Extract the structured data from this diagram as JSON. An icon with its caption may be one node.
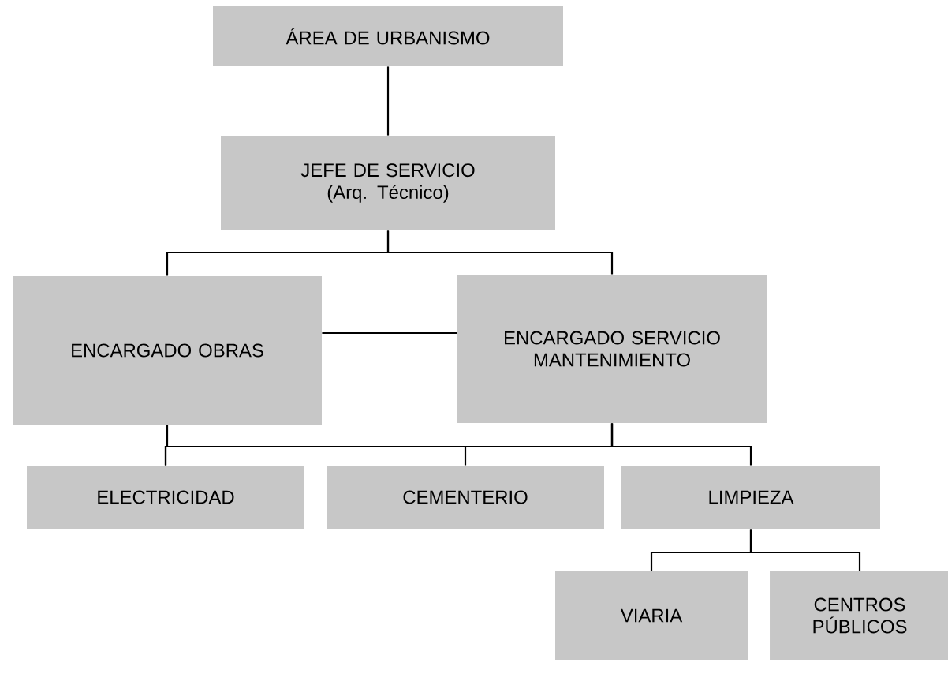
{
  "diagram": {
    "nodes": [
      {
        "text": [
          "ÁREA DE URBANISMO"
        ]
      },
      {
        "text": [
          "JEFE DE SERVICIO (Arq. Técnico)"
        ]
      },
      {
        "text": [
          "ENCARGADO OBRAS"
        ]
      },
      {
        "text": [
          "ENCARGADO SERVICIO MANTENIMIENTO"
        ]
      },
      {
        "text": [
          "ELECTRICIDAD"
        ]
      },
      {
        "text": [
          "CEMENTERIO"
        ]
      },
      {
        "text": [
          "LIMPIEZA"
        ]
      },
      {
        "text": [
          "VIARIA"
        ]
      },
      {
        "text": [
          "CENTROS PÚBLICOS"
        ]
      }
    ],
    "edges": [
      {
        "from": 0,
        "to": 1,
        "arrow": "none"
      },
      {
        "from": 1,
        "to": 2,
        "arrow": "none"
      },
      {
        "from": 1,
        "to": 3,
        "arrow": "none"
      },
      {
        "from": 2,
        "to": 3,
        "arrow": "none"
      },
      {
        "from": 2,
        "to": 4,
        "arrow": "none"
      },
      {
        "from": 3,
        "to": 4,
        "arrow": "none"
      },
      {
        "from": 3,
        "to": 5,
        "arrow": "none"
      },
      {
        "from": 3,
        "to": 6,
        "arrow": "none"
      },
      {
        "from": 6,
        "to": 7,
        "arrow": "none"
      },
      {
        "from": 6,
        "to": 8,
        "arrow": "none"
      }
    ]
  }
}
